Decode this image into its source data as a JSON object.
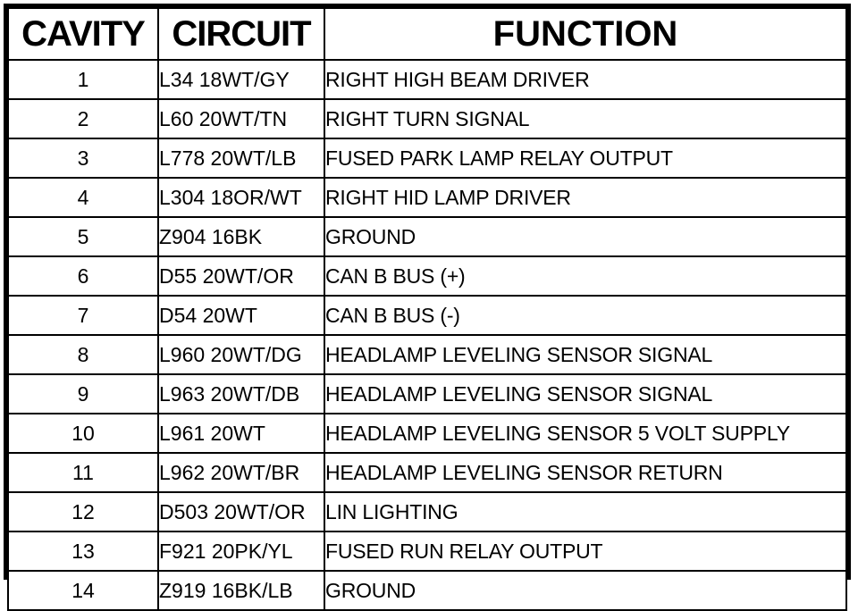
{
  "table": {
    "headers": {
      "cavity": "CAVITY",
      "circuit": "CIRCUIT",
      "function": "FUNCTION"
    },
    "rows": [
      {
        "cavity": "1",
        "circuit": "L34 18WT/GY",
        "function": "RIGHT HIGH BEAM DRIVER"
      },
      {
        "cavity": "2",
        "circuit": "L60 20WT/TN",
        "function": "RIGHT TURN SIGNAL"
      },
      {
        "cavity": "3",
        "circuit": "L778 20WT/LB",
        "function": "FUSED PARK LAMP RELAY OUTPUT"
      },
      {
        "cavity": "4",
        "circuit": "L304 18OR/WT",
        "function": "RIGHT HID LAMP DRIVER"
      },
      {
        "cavity": "5",
        "circuit": "Z904 16BK",
        "function": "GROUND"
      },
      {
        "cavity": "6",
        "circuit": "D55 20WT/OR",
        "function": "CAN B BUS (+)"
      },
      {
        "cavity": "7",
        "circuit": "D54 20WT",
        "function": "CAN B BUS (-)"
      },
      {
        "cavity": "8",
        "circuit": "L960 20WT/DG",
        "function": "HEADLAMP LEVELING SENSOR SIGNAL"
      },
      {
        "cavity": "9",
        "circuit": "L963 20WT/DB",
        "function": "HEADLAMP LEVELING SENSOR SIGNAL"
      },
      {
        "cavity": "10",
        "circuit": "L961 20WT",
        "function": "HEADLAMP LEVELING SENSOR 5 VOLT SUPPLY"
      },
      {
        "cavity": "11",
        "circuit": "L962 20WT/BR",
        "function": "HEADLAMP LEVELING SENSOR RETURN"
      },
      {
        "cavity": "12",
        "circuit": "D503 20WT/OR",
        "function": "LIN LIGHTING"
      },
      {
        "cavity": "13",
        "circuit": "F921 20PK/YL",
        "function": "FUSED RUN RELAY OUTPUT"
      },
      {
        "cavity": "14",
        "circuit": "Z919 16BK/LB",
        "function": "GROUND"
      }
    ]
  },
  "colors": {
    "border": "#000000",
    "text": "#000000",
    "background": "#ffffff"
  }
}
